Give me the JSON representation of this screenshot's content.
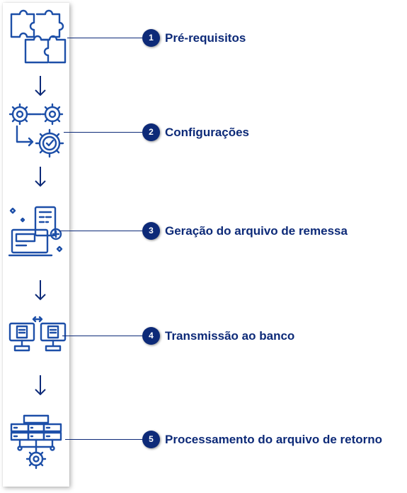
{
  "steps": [
    {
      "number": "1",
      "label": "Pré-requisitos",
      "icon": "puzzle-icon"
    },
    {
      "number": "2",
      "label": "Configurações",
      "icon": "gears-icon"
    },
    {
      "number": "3",
      "label": "Geração do arquivo de remessa",
      "icon": "document-laptop-icon"
    },
    {
      "number": "4",
      "label": "Transmissão ao banco",
      "icon": "computers-transfer-icon"
    },
    {
      "number": "5",
      "label": "Processamento do arquivo de retorno",
      "icon": "server-gear-icon"
    }
  ],
  "colors": {
    "accent": "#0d2a78",
    "icon_stroke": "#1d4fa8"
  }
}
